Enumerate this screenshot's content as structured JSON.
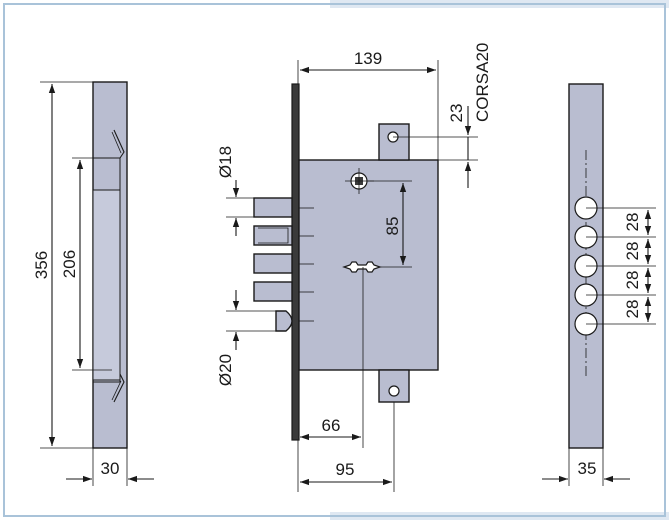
{
  "colors": {
    "frame_border": "#a9c3d9",
    "frame_band": "#dfe8f2",
    "part_fill": "#b9bdd0",
    "line": "#1a1a1a"
  },
  "dimensions": {
    "left_height_total": "356",
    "left_height_inner": "206",
    "left_width": "30",
    "top_length": "139",
    "corsa": "CORSA20",
    "corsa_offset": "23",
    "bolt_diameter": "Ø18",
    "latch_diameter": "Ø20",
    "center_distance": "85",
    "backset": "66",
    "case_depth": "95",
    "right_width": "35",
    "hole_pitch": [
      "28",
      "28",
      "28",
      "28"
    ]
  }
}
